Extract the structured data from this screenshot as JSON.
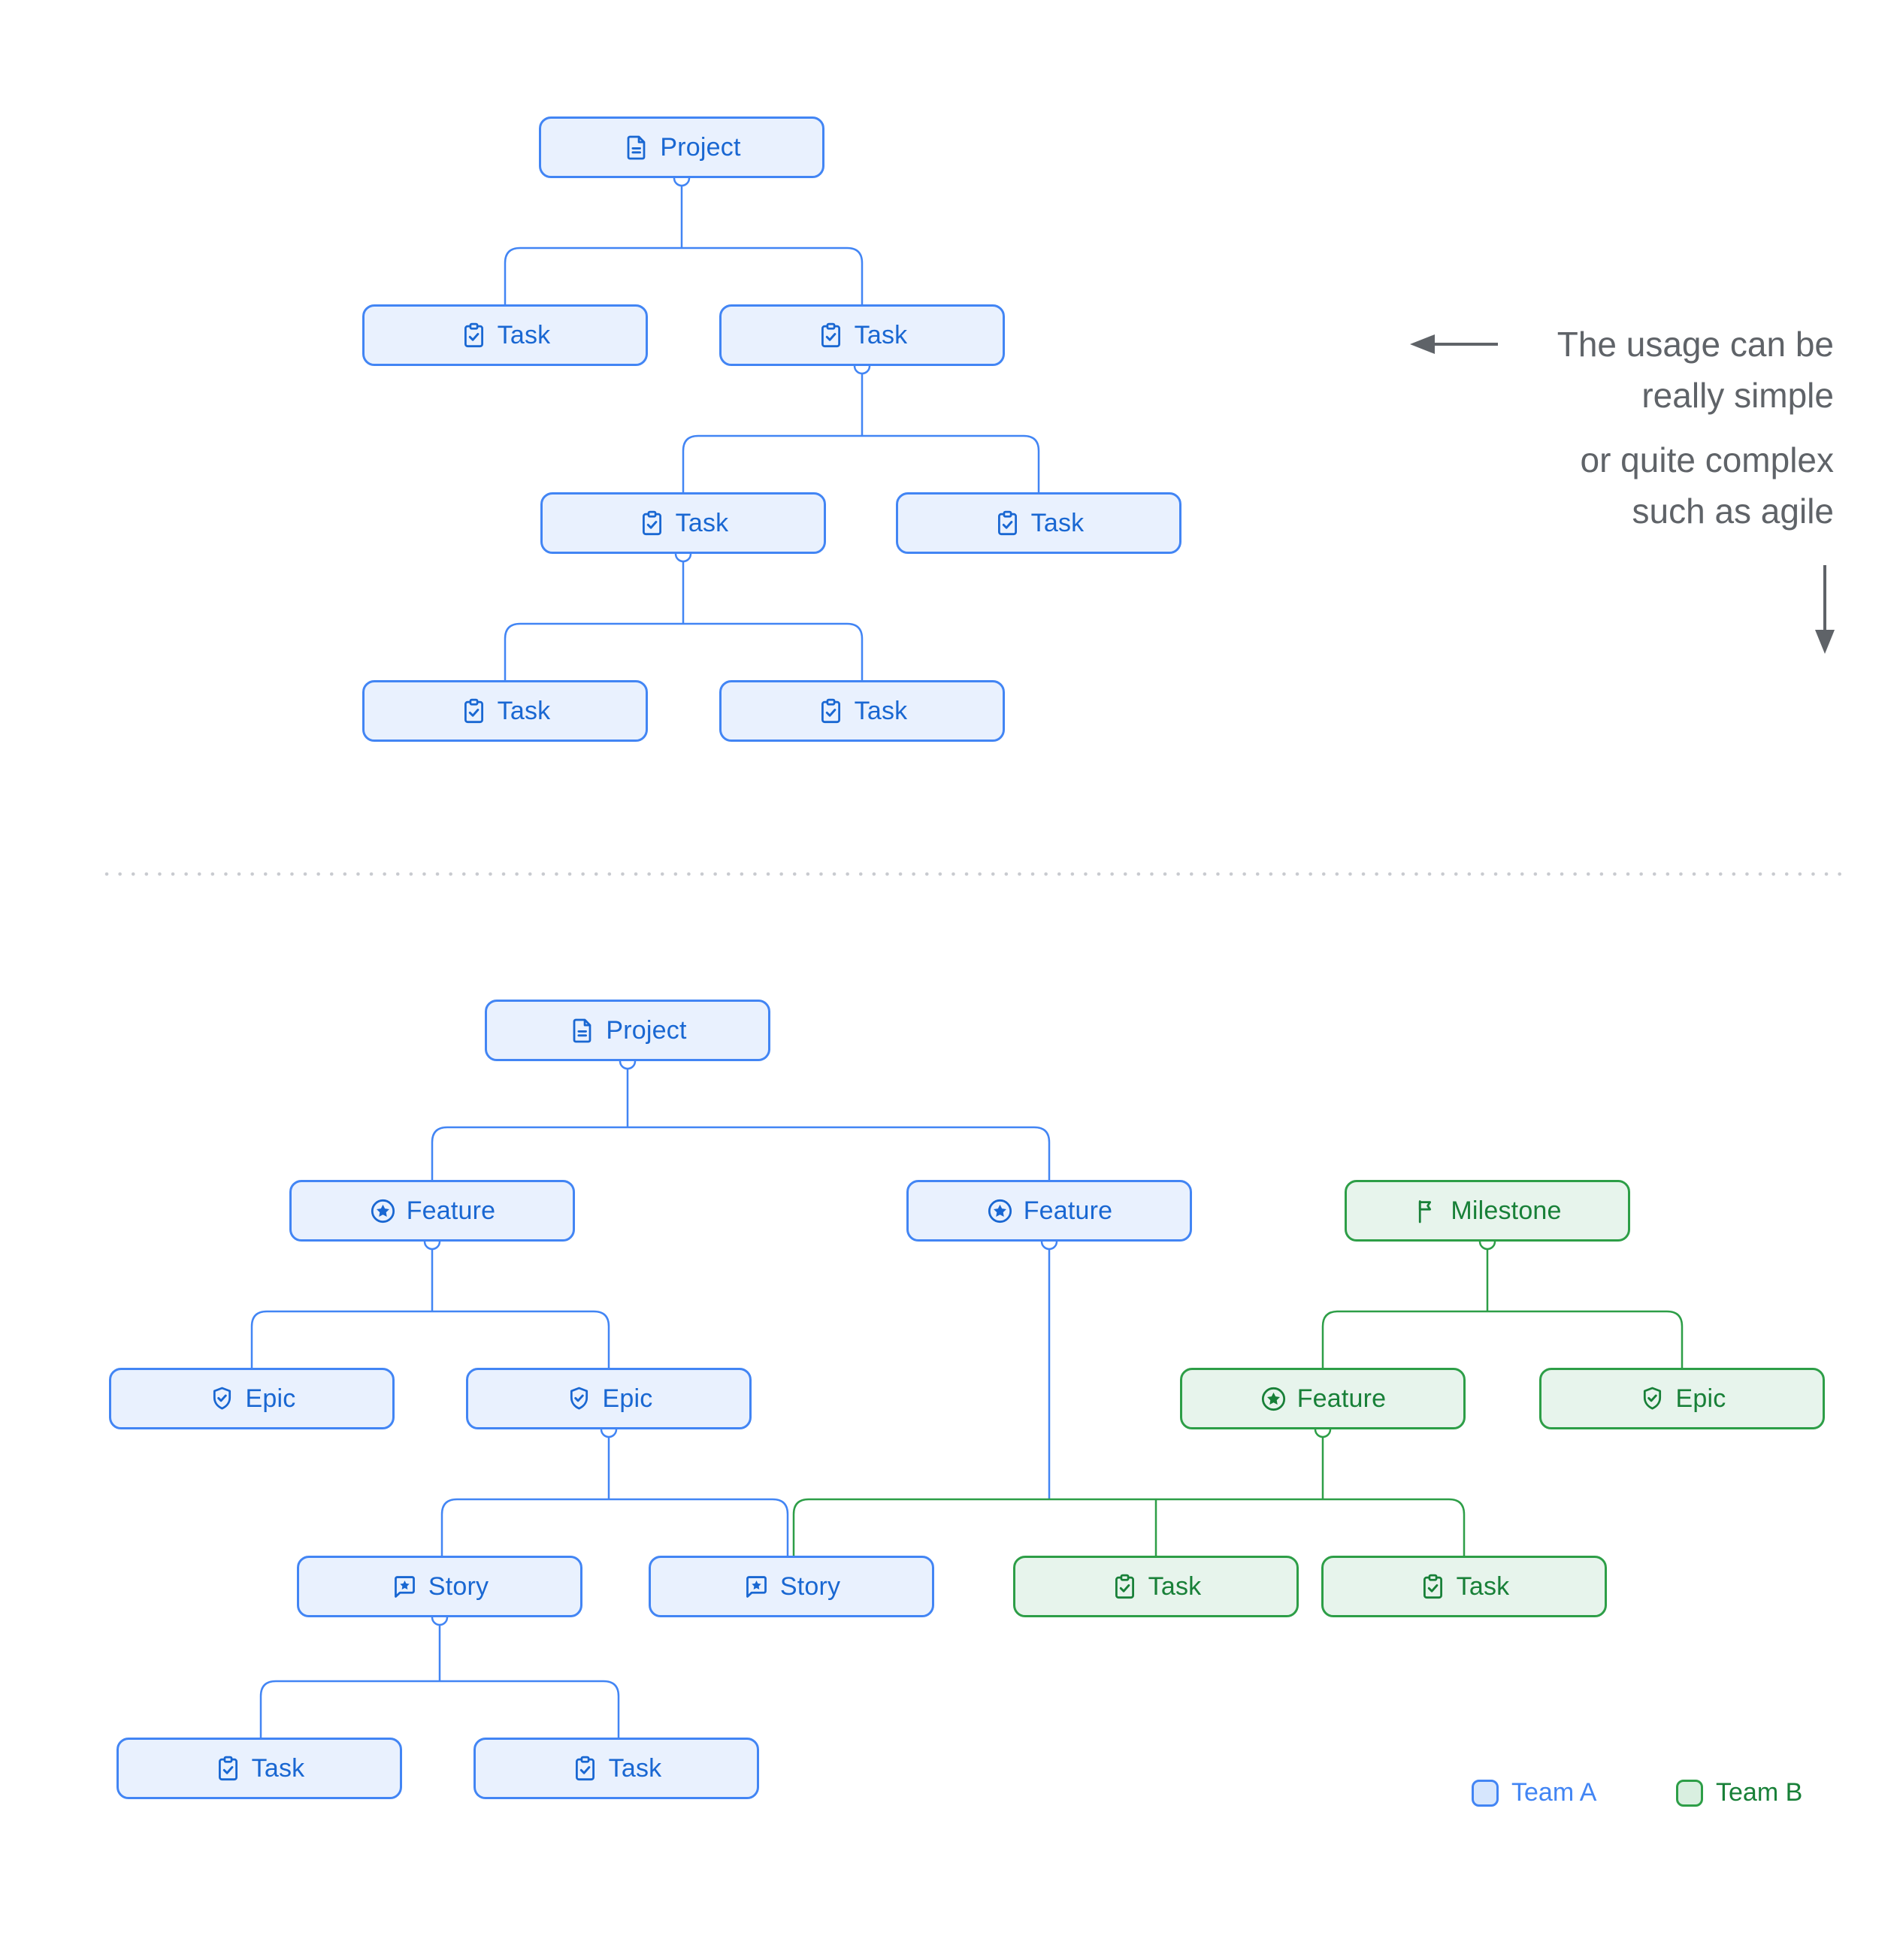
{
  "colors": {
    "team_a": {
      "border": "#4285f4",
      "fill": "#e9f1fe",
      "text": "#1967d2"
    },
    "team_b": {
      "border": "#2d9e47",
      "fill": "#e7f4ec",
      "text": "#188038"
    },
    "annotation_text": "#5f6368",
    "divider": "#c9cbd0"
  },
  "annotation": {
    "lines_simple": [
      "The usage can be",
      "really simple"
    ],
    "lines_complex": [
      "or quite complex",
      "such as agile"
    ]
  },
  "legend": {
    "items": [
      {
        "label": "Team A",
        "team": "a"
      },
      {
        "label": "Team B",
        "team": "b"
      }
    ]
  },
  "simple_tree": {
    "nodes": [
      {
        "id": "st-project",
        "label": "Project",
        "icon": "document",
        "team": "a"
      },
      {
        "id": "st-task-1",
        "label": "Task",
        "icon": "task",
        "team": "a"
      },
      {
        "id": "st-task-2",
        "label": "Task",
        "icon": "task",
        "team": "a"
      },
      {
        "id": "st-task-3",
        "label": "Task",
        "icon": "task",
        "team": "a"
      },
      {
        "id": "st-task-4",
        "label": "Task",
        "icon": "task",
        "team": "a"
      },
      {
        "id": "st-task-5",
        "label": "Task",
        "icon": "task",
        "team": "a"
      },
      {
        "id": "st-task-6",
        "label": "Task",
        "icon": "task",
        "team": "a"
      }
    ]
  },
  "complex_tree": {
    "nodes": [
      {
        "id": "ct-project",
        "label": "Project",
        "icon": "document",
        "team": "a"
      },
      {
        "id": "ct-feature-1",
        "label": "Feature",
        "icon": "feature",
        "team": "a"
      },
      {
        "id": "ct-feature-2",
        "label": "Feature",
        "icon": "feature",
        "team": "a"
      },
      {
        "id": "ct-milestone",
        "label": "Milestone",
        "icon": "milestone",
        "team": "b"
      },
      {
        "id": "ct-epic-1",
        "label": "Epic",
        "icon": "epic",
        "team": "a"
      },
      {
        "id": "ct-epic-2",
        "label": "Epic",
        "icon": "epic",
        "team": "a"
      },
      {
        "id": "ct-feature-3",
        "label": "Feature",
        "icon": "feature",
        "team": "b"
      },
      {
        "id": "ct-epic-3",
        "label": "Epic",
        "icon": "epic",
        "team": "b"
      },
      {
        "id": "ct-story-1",
        "label": "Story",
        "icon": "story",
        "team": "a"
      },
      {
        "id": "ct-story-2",
        "label": "Story",
        "icon": "story",
        "team": "a"
      },
      {
        "id": "ct-task-1",
        "label": "Task",
        "icon": "task",
        "team": "b"
      },
      {
        "id": "ct-task-2",
        "label": "Task",
        "icon": "task",
        "team": "b"
      },
      {
        "id": "ct-task-3",
        "label": "Task",
        "icon": "task",
        "team": "a"
      },
      {
        "id": "ct-task-4",
        "label": "Task",
        "icon": "task",
        "team": "a"
      }
    ]
  }
}
